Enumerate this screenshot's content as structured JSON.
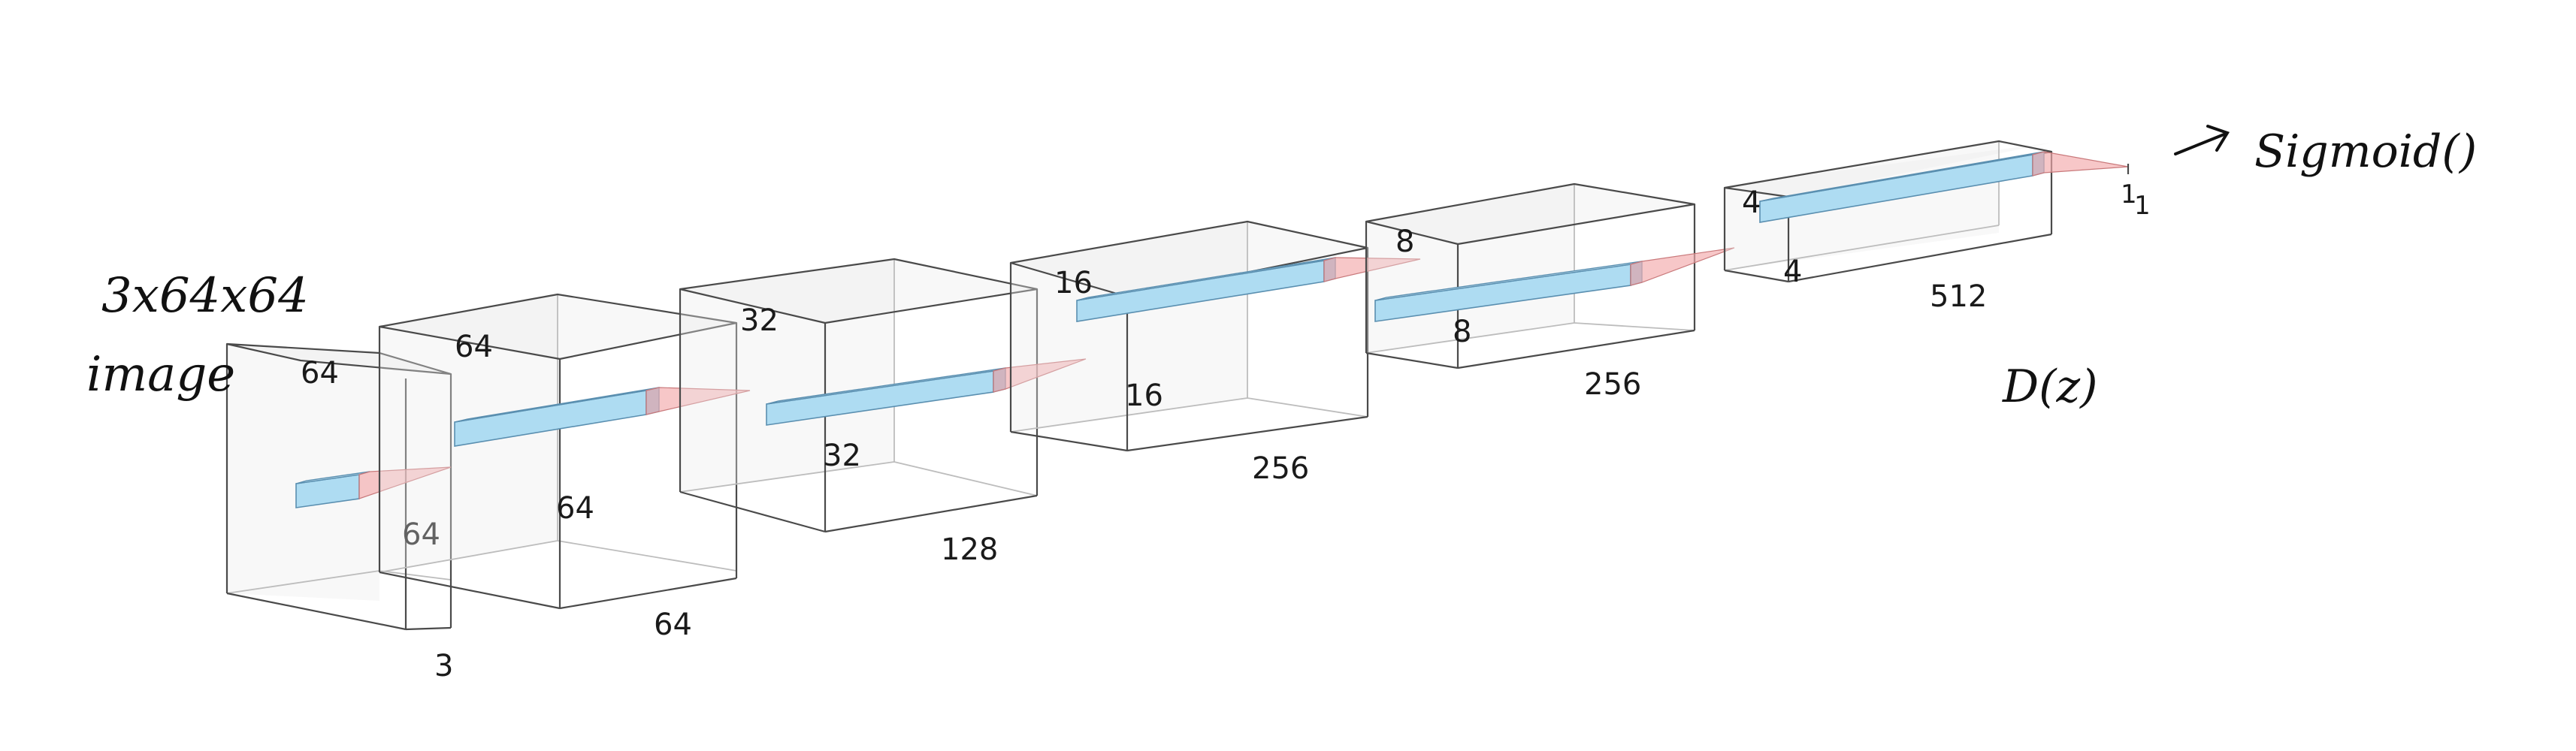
{
  "input_label": {
    "line1": "3x64x64",
    "line2": "image"
  },
  "output_label": "Sigmoid()",
  "function_label": "D(z)",
  "layers": [
    {
      "height": "64",
      "width": "64",
      "depth": "3"
    },
    {
      "height": "64",
      "width": "64",
      "depth": "64"
    },
    {
      "height": "32",
      "width": "32",
      "depth": "128"
    },
    {
      "height": "16",
      "width": "16",
      "depth": "256"
    },
    {
      "height": "8",
      "width": "8",
      "depth": "256"
    },
    {
      "height": "4",
      "width": "4",
      "depth": "512"
    }
  ],
  "output_dims": {
    "height": "1",
    "width": "1"
  },
  "colors": {
    "kernel": "#aedcf2",
    "pyramid": "#f2a9aa",
    "edge": "#4a4a4a"
  }
}
